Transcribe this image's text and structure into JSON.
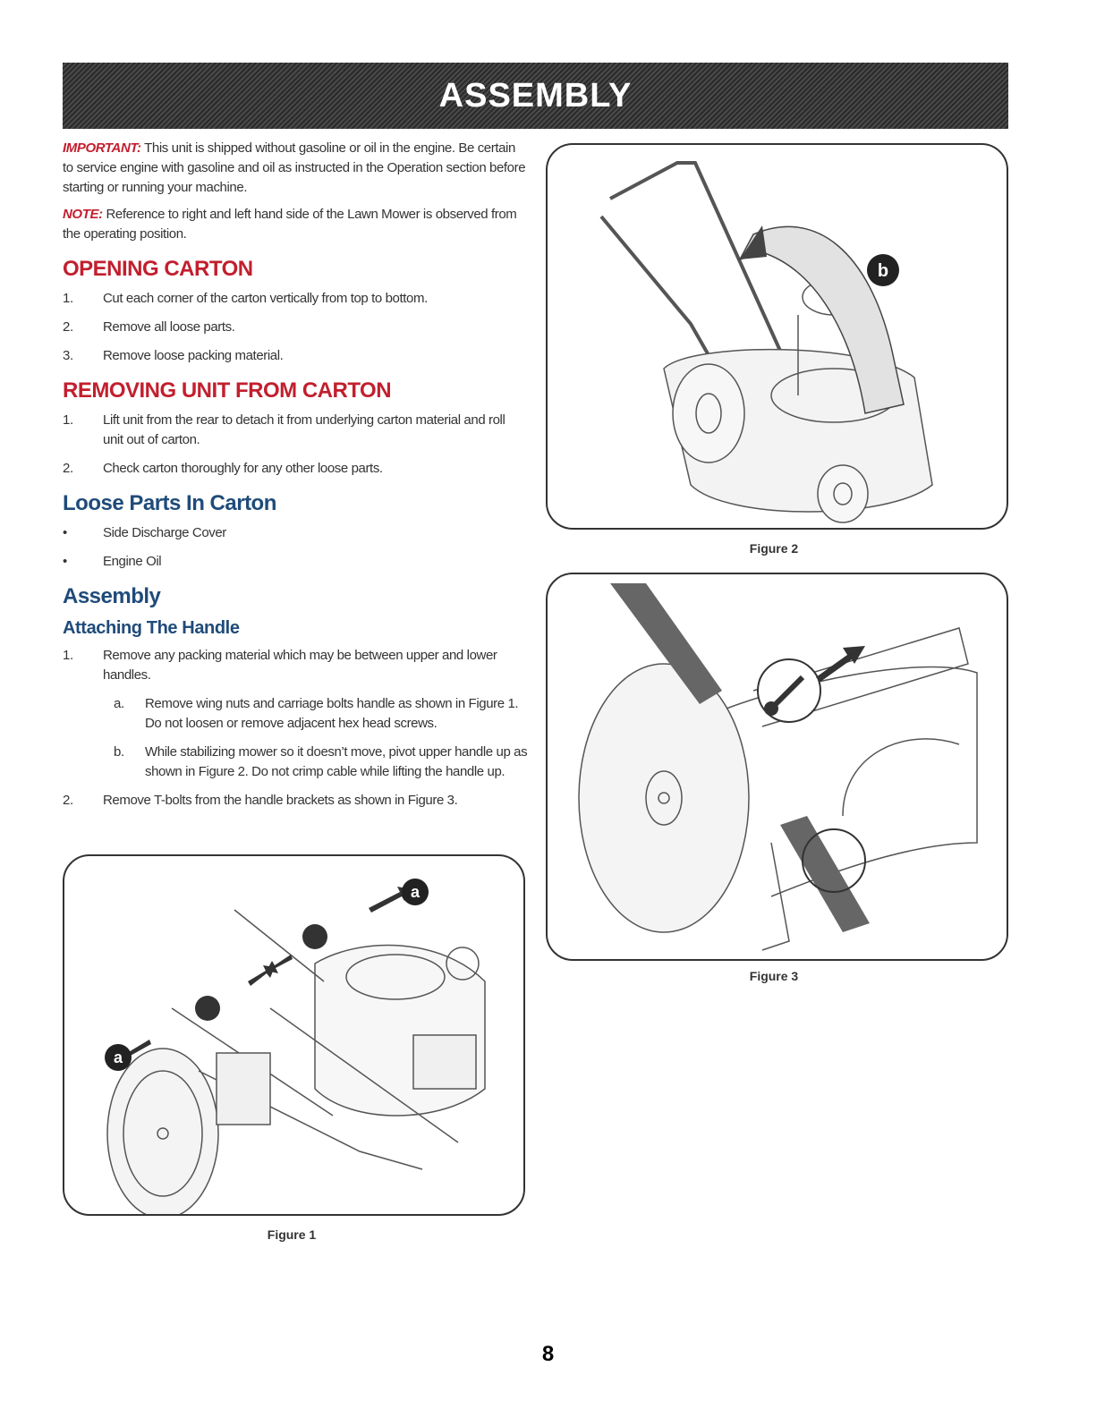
{
  "header": {
    "title": "ASSEMBLY"
  },
  "intro": {
    "important_label": "IMPORTANT:",
    "important_text": " This unit is shipped without gasoline or oil in the engine. Be certain to service engine with gasoline and oil as instructed in the Operation section before starting or running your machine.",
    "note_label": "NOTE:",
    "note_text": " Reference to right and left hand side of the Lawn Mower is observed from the operating position."
  },
  "opening_carton": {
    "heading": "OPENING CARTON",
    "steps": [
      {
        "num": "1.",
        "text": "Cut each corner of the carton vertically from top to bottom."
      },
      {
        "num": "2.",
        "text": "Remove all loose parts."
      },
      {
        "num": "3.",
        "text": "Remove loose packing material."
      }
    ]
  },
  "removing_unit": {
    "heading": "REMOVING UNIT FROM CARTON",
    "steps": [
      {
        "num": "1.",
        "text": "Lift unit from the rear to detach it from underlying carton material and roll unit out of carton."
      },
      {
        "num": "2.",
        "text": "Check carton thoroughly for any other loose parts."
      }
    ]
  },
  "loose_parts": {
    "heading": "Loose Parts In Carton",
    "items": [
      {
        "bullet": "•",
        "text": "Side Discharge Cover"
      },
      {
        "bullet": "•",
        "text": "Engine Oil"
      }
    ]
  },
  "assembly": {
    "heading": "Assembly",
    "subheading": "Attaching The Handle",
    "step1": {
      "num": "1.",
      "text": "Remove any packing material which may be between upper and lower handles."
    },
    "step1a": {
      "num": "a.",
      "text": "Remove wing nuts and carriage bolts handle as shown in Figure 1. Do not loosen or remove adjacent hex head screws."
    },
    "step1b": {
      "num": "b.",
      "text": "While stabilizing mower so it doesn’t move, pivot upper handle up as shown in Figure 2. Do not crimp cable while lifting the handle up."
    },
    "step2": {
      "num": "2.",
      "text": "Remove T-bolts from the handle brackets as shown in Figure 3."
    }
  },
  "figures": {
    "fig1": {
      "caption": "Figure 1",
      "marker": "a"
    },
    "fig2": {
      "caption": "Figure 2",
      "marker": "b"
    },
    "fig3": {
      "caption": "Figure 3"
    }
  },
  "footer": {
    "page_number": "8"
  }
}
